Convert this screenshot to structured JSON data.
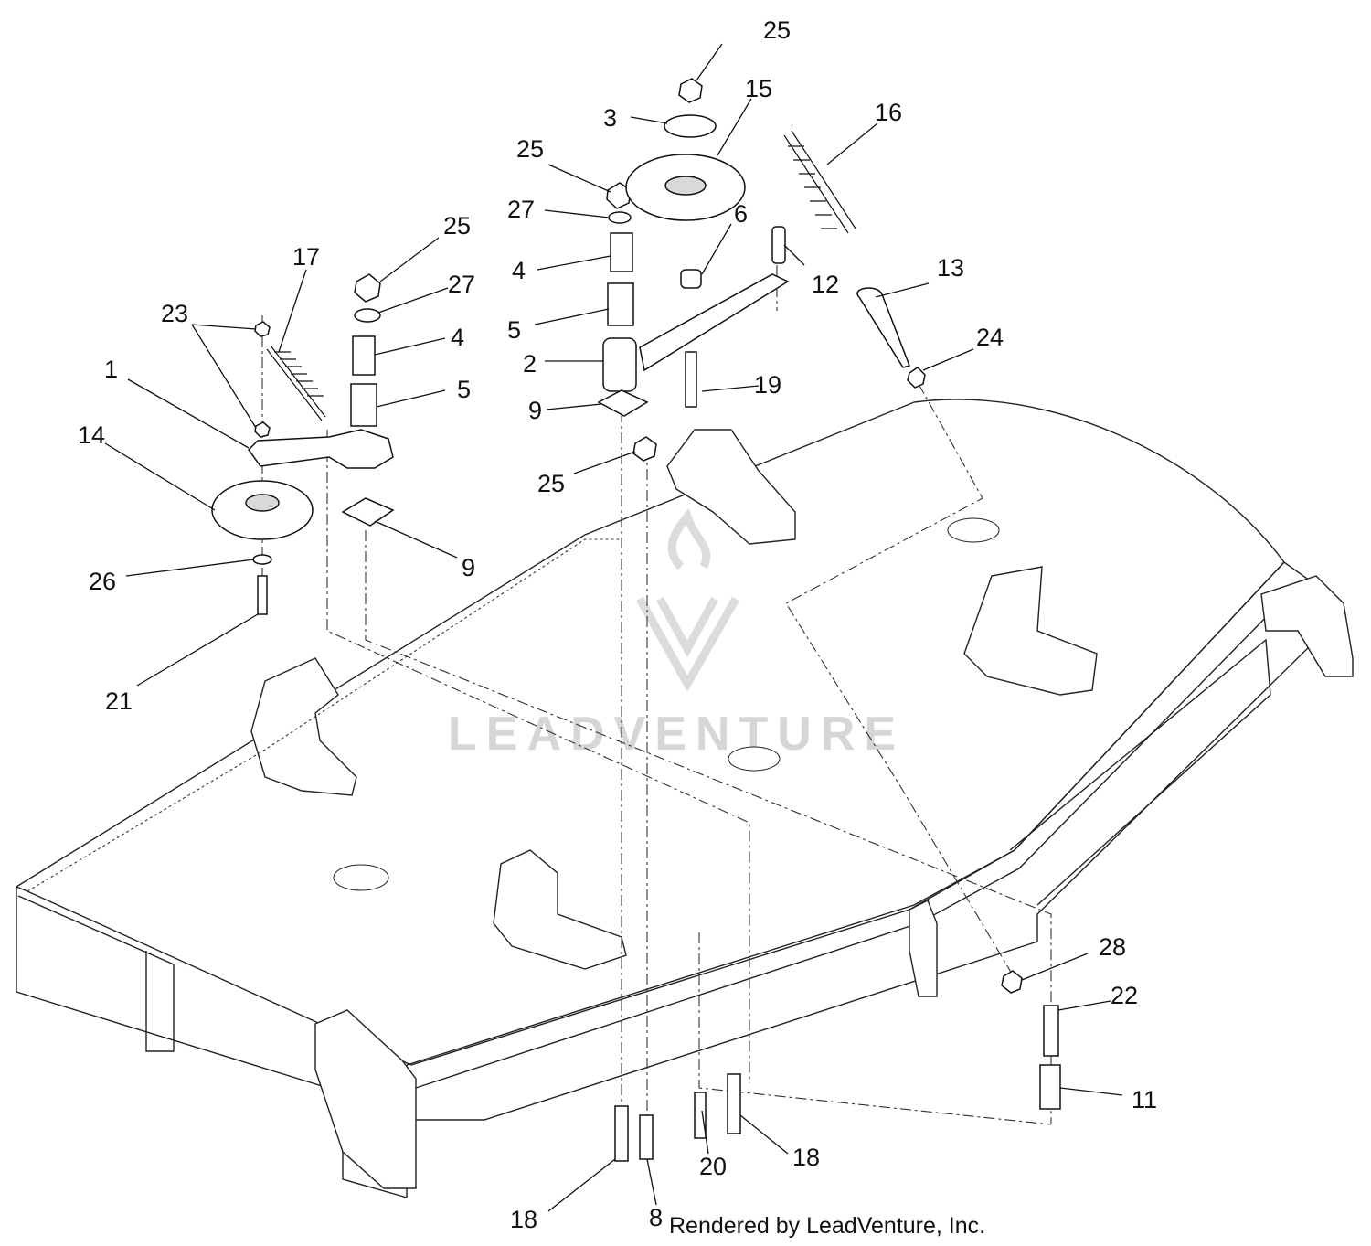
{
  "credit": "Rendered by LeadVenture, Inc.",
  "watermark": "LEADVENTURE",
  "callouts": [
    "25",
    "3",
    "15",
    "16",
    "25",
    "27",
    "6",
    "4",
    "12",
    "13",
    "5",
    "2",
    "19",
    "24",
    "9",
    "25",
    "17",
    "25",
    "27",
    "23",
    "4",
    "1",
    "5",
    "14",
    "9",
    "26",
    "21",
    "28",
    "22",
    "11",
    "18",
    "20",
    "18",
    "8"
  ]
}
